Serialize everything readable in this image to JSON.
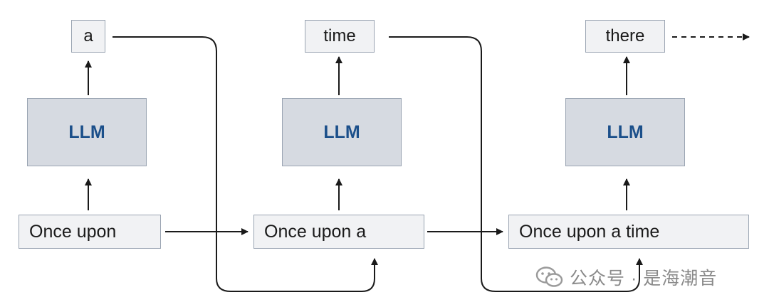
{
  "outputs": [
    "a",
    "time",
    "there"
  ],
  "llm_labels": [
    "LLM",
    "LLM",
    "LLM"
  ],
  "inputs": [
    "Once upon",
    "Once upon a",
    "Once upon a time"
  ],
  "watermark": {
    "text": "公众号 · 是海潮音",
    "icon": "wechat-icon"
  },
  "colors": {
    "llm_fill": "#d6dae1",
    "llm_text": "#1b4f8a",
    "box_fill": "#f1f2f4",
    "border": "#9aa4b2",
    "arrow": "#1a1a1a"
  }
}
